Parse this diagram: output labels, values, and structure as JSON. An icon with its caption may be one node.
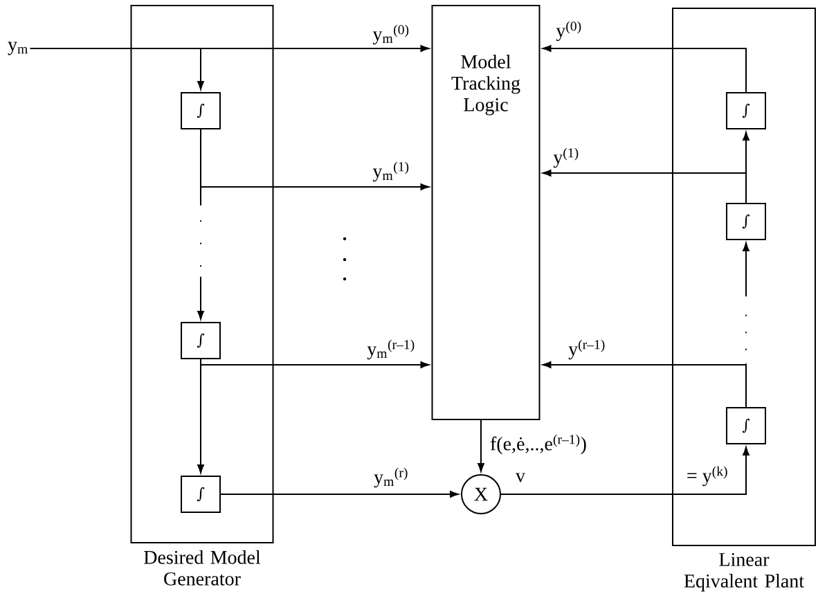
{
  "diagram": {
    "nodes": [
      {
        "text": [
          "y$_{m}$"
        ]
      },
      {
        "text": [
          "Desired Model Generator"
        ]
      },
      {
        "text": [
          "Model Tracking Logic"
        ]
      },
      {
        "text": [
          "Linear Eqivalent Plant"
        ]
      },
      {
        "text": [
          "∫"
        ],
        "in": 1
      },
      {
        "text": [
          "∫"
        ],
        "in": 1
      },
      {
        "text": [
          "∫"
        ],
        "in": 1
      },
      {
        "text": [
          "X"
        ]
      },
      {
        "text": [
          "∫"
        ],
        "in": 3
      },
      {
        "text": [
          "∫"
        ],
        "in": 3
      },
      {
        "text": [
          "∫"
        ],
        "in": 3
      }
    ],
    "edges": [
      {
        "from": 0,
        "to": 2,
        "arrow": "to",
        "label": "y$_{m}$$^{(0)}$"
      },
      {
        "from": 0,
        "to": 4,
        "arrow": "to"
      },
      {
        "from": 4,
        "to": 2,
        "arrow": "to",
        "label": "y$_{m}$$^{(1)}$"
      },
      {
        "from": 4,
        "to": 5,
        "arrow": "to",
        "style": "dashed"
      },
      {
        "from": 5,
        "to": 2,
        "arrow": "to",
        "label": "y$_{m}$$^{(r–1)}$"
      },
      {
        "from": 5,
        "to": 6,
        "arrow": "to"
      },
      {
        "from": 6,
        "to": 7,
        "arrow": "to",
        "label": "y$_{m}$$^{(r)}$"
      },
      {
        "from": 2,
        "to": 7,
        "arrow": "to",
        "label": "f(e,ė,..,e$^{(r–1)}$)"
      },
      {
        "from": 7,
        "to": 10,
        "arrow": "to",
        "label": "v"
      },
      {
        "from": 10,
        "to": 2,
        "arrow": "to",
        "label": "y$^{(r–1)}$"
      },
      {
        "from": 10,
        "to": 9,
        "arrow": "to",
        "style": "dashed"
      },
      {
        "from": 9,
        "to": 2,
        "arrow": "to",
        "label": "y$^{(1)}$"
      },
      {
        "from": 9,
        "to": 8,
        "arrow": "to"
      },
      {
        "from": 8,
        "to": 2,
        "arrow": "to",
        "label": "y$^{(0)}$"
      }
    ],
    "labels": [
      "= y$^{(k)}$"
    ]
  }
}
